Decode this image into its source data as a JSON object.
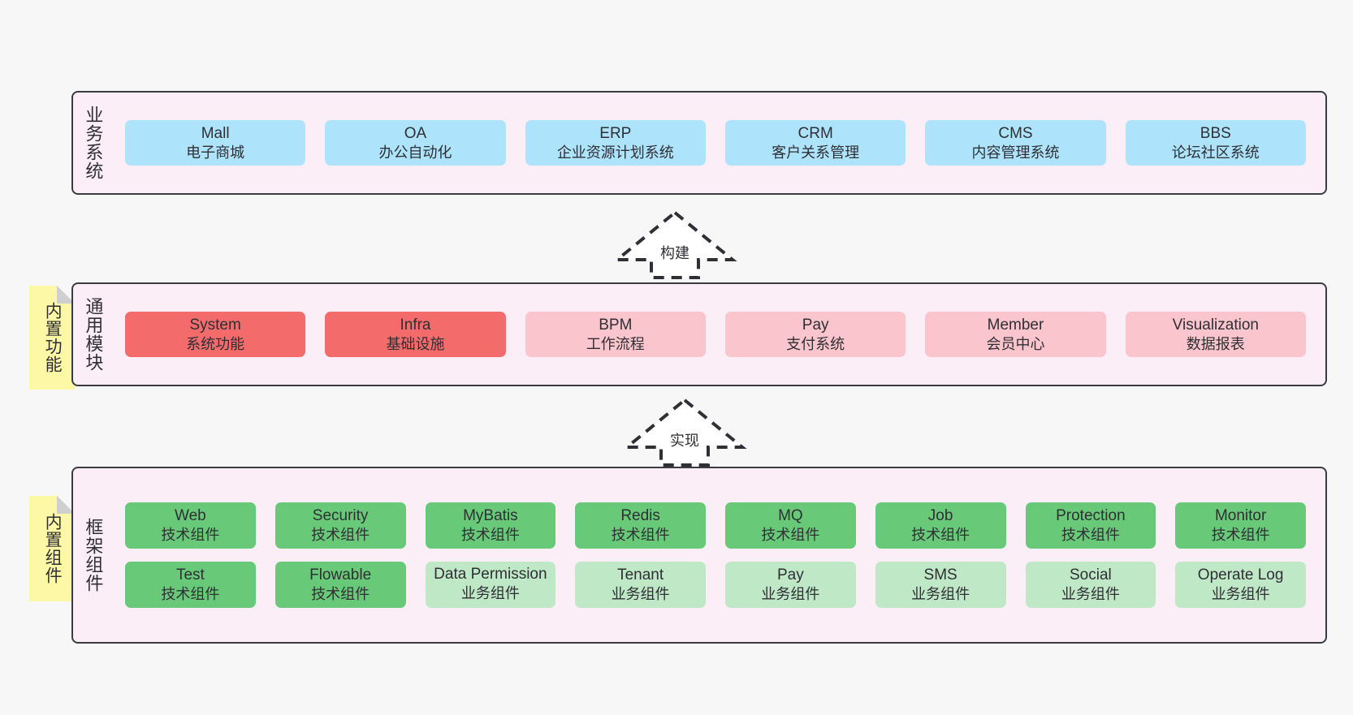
{
  "diagram": {
    "background": "#f7f7f7",
    "panel_bg": "#fbeef6",
    "panel_border": "#3b3b42",
    "colors": {
      "business": "#ade4fb",
      "module_core": "#f46b6b",
      "module_plain": "#fbc5cd",
      "component_tech": "#68ca78",
      "component_biz": "#bfe8c6",
      "sticky": "#fcf8a5",
      "sticky_fold": "#cfcfcf"
    }
  },
  "layers": {
    "business": {
      "label": "业务系统",
      "nodes": [
        {
          "title": "Mall",
          "sub": "电子商城"
        },
        {
          "title": "OA",
          "sub": "办公自动化"
        },
        {
          "title": "ERP",
          "sub": "企业资源计划系统"
        },
        {
          "title": "CRM",
          "sub": "客户关系管理"
        },
        {
          "title": "CMS",
          "sub": "内容管理系统"
        },
        {
          "title": "BBS",
          "sub": "论坛社区系统"
        }
      ]
    },
    "common": {
      "label": "通用模块",
      "sticky": "内置功能",
      "nodes": [
        {
          "title": "System",
          "sub": "系统功能"
        },
        {
          "title": "Infra",
          "sub": "基础设施"
        },
        {
          "title": "BPM",
          "sub": "工作流程"
        },
        {
          "title": "Pay",
          "sub": "支付系统"
        },
        {
          "title": "Member",
          "sub": "会员中心"
        },
        {
          "title": "Visualization",
          "sub": "数据报表"
        }
      ]
    },
    "framework": {
      "label": "框架组件",
      "sticky": "内置组件",
      "row1": [
        {
          "title": "Web",
          "sub": "技术组件"
        },
        {
          "title": "Security",
          "sub": "技术组件"
        },
        {
          "title": "MyBatis",
          "sub": "技术组件"
        },
        {
          "title": "Redis",
          "sub": "技术组件"
        },
        {
          "title": "MQ",
          "sub": "技术组件"
        },
        {
          "title": "Job",
          "sub": "技术组件"
        },
        {
          "title": "Protection",
          "sub": "技术组件"
        },
        {
          "title": "Monitor",
          "sub": "技术组件"
        }
      ],
      "row2": [
        {
          "title": "Test",
          "sub": "技术组件"
        },
        {
          "title": "Flowable",
          "sub": "技术组件"
        },
        {
          "title": "Data Permission",
          "sub": "业务组件"
        },
        {
          "title": "Tenant",
          "sub": "业务组件"
        },
        {
          "title": "Pay",
          "sub": "业务组件"
        },
        {
          "title": "SMS",
          "sub": "业务组件"
        },
        {
          "title": "Social",
          "sub": "业务组件"
        },
        {
          "title": "Operate Log",
          "sub": "业务组件"
        }
      ]
    }
  },
  "arrows": [
    {
      "label": "构建",
      "from": "common",
      "to": "business"
    },
    {
      "label": "实现",
      "from": "framework",
      "to": "common"
    }
  ]
}
